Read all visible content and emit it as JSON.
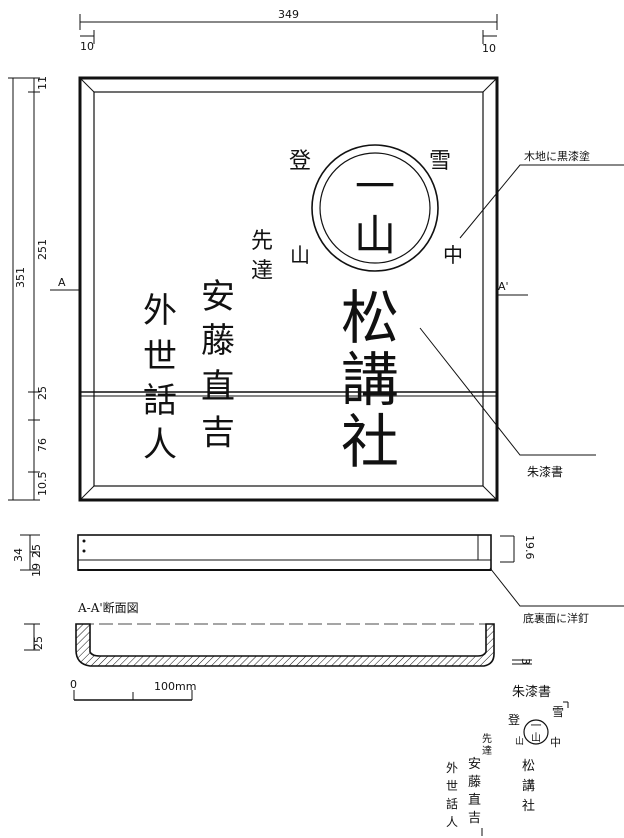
{
  "dimensions": {
    "top_width": "349",
    "left_margin": "10",
    "right_margin": "10",
    "total_height": "351",
    "top_band": "11",
    "upper_height": "251",
    "middle_band": "25",
    "lower_height": "76",
    "bottom_band": "10.5",
    "side_total": "34",
    "side_rim": "19",
    "side_thickness": "25",
    "side_right": "19.6",
    "section_height": "25",
    "small_mark": "3"
  },
  "section_markers": {
    "a_left": "A",
    "a_right": "A'"
  },
  "labels": {
    "section_title": "A-A'断面図",
    "note_wood_lacquer": "木地に黒漆塗",
    "note_vermilion": "朱漆書",
    "note_back_nails": "底裏面に洋釘",
    "scale_zero": "0",
    "scale_100": "100mm"
  },
  "plaque_text": {
    "top_left": "登",
    "top_right": "雪",
    "crest_top": "一",
    "crest_bottom": "山",
    "mountain": "山",
    "middle": "中",
    "big_1": "松",
    "big_2": "講",
    "big_3": "社",
    "sendatsu_1": "先",
    "sendatsu_2": "達",
    "name_1": "安",
    "name_2": "藤",
    "name_3": "直",
    "name_4": "吉",
    "sewa_1": "外",
    "sewa_2": "世",
    "sewa_3": "話",
    "sewa_4": "人"
  },
  "legend_text": {
    "title": "朱漆書",
    "top_left": "登",
    "top_right": "雪",
    "crest_top": "一",
    "crest_bottom": "山",
    "mountain": "山",
    "middle": "中",
    "sendatsu_1": "先",
    "sendatsu_2": "達",
    "big_1": "松",
    "big_2": "講",
    "big_3": "社",
    "name_1": "安",
    "name_2": "藤",
    "name_3": "直",
    "name_4": "吉",
    "sewa_1": "外",
    "sewa_2": "世",
    "sewa_3": "話",
    "sewa_4": "人"
  }
}
